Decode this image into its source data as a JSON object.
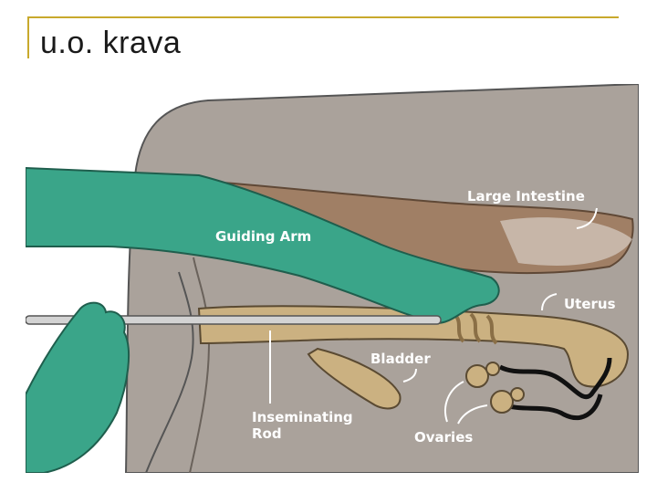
{
  "slide": {
    "title": "u.o. krava"
  },
  "diagram": {
    "labels": {
      "large_intestine": "Large Intestine",
      "guiding_arm": "Guiding Arm",
      "uterus": "Uterus",
      "bladder": "Bladder",
      "inseminating_rod_line1": "Inseminating",
      "inseminating_rod_line2": "Rod",
      "ovaries": "Ovaries"
    },
    "colors": {
      "body": "#aaa29b",
      "glove": "#3aa589",
      "tract": "#cbb181",
      "intestine": "#a07e63",
      "accent": "#c8a92c"
    }
  }
}
